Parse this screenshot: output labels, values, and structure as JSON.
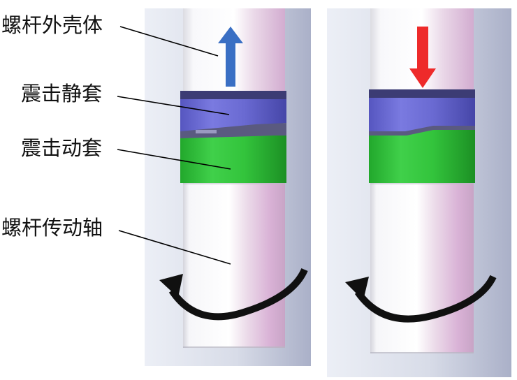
{
  "labels": {
    "housing": "螺杆外壳体",
    "static_sleeve": "震击静套",
    "moving_sleeve": "震击动套",
    "drive_shaft": "螺杆传动轴"
  },
  "colors": {
    "panel_bg_light": "#eceff6",
    "panel_bg_dark": "#aab0c8",
    "shaft_white": "#fbfbfd",
    "shaft_pink": "#d9b2d6",
    "static_sleeve": "#6a6ad2",
    "moving_sleeve": "#33c43c",
    "arrow_up": "#3a6fc4",
    "arrow_down": "#ee2a2a",
    "rotation_arrow": "#101010",
    "leader_line": "#000000"
  },
  "icons": {
    "up": "arrow-up-icon",
    "down": "arrow-down-icon",
    "rotation": "rotation-arrow-icon"
  }
}
